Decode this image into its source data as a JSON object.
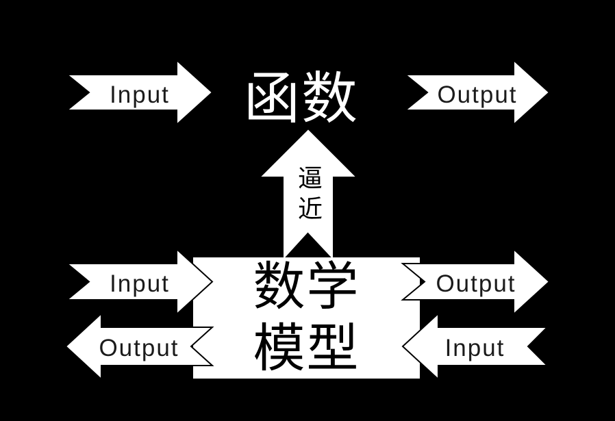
{
  "colors": {
    "background": "#000000",
    "shape_fill": "#ffffff",
    "shape_outline": "#000000",
    "label_color": "#1b1b1b",
    "title_color": "#ffffff"
  },
  "function_block": {
    "title": "函数"
  },
  "model_box": {
    "title": "数学\n模型"
  },
  "approx_arrow": {
    "label": "逼近",
    "direction": "up"
  },
  "arrows": {
    "top_input": {
      "label": "Input",
      "direction": "right"
    },
    "top_output": {
      "label": "Output",
      "direction": "right"
    },
    "mid_input": {
      "label": "Input",
      "direction": "right"
    },
    "mid_output": {
      "label": "Output",
      "direction": "right"
    },
    "low_output": {
      "label": "Output",
      "direction": "left"
    },
    "low_input": {
      "label": "Input",
      "direction": "left"
    }
  }
}
